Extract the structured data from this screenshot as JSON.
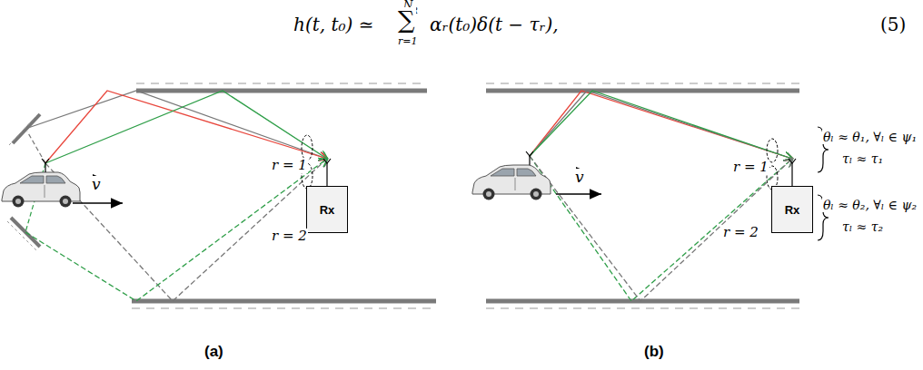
{
  "diagram": {
    "nodes": [
      {
        "text": [
          "Rx"
        ]
      },
      {
        "text": [
          "Rx"
        ]
      }
    ],
    "labels": [
      "h(t, t₀) ≃",
      "N",
      "R",
      "∑",
      "r=1",
      "αᵣ(t₀)δ(t − τᵣ),",
      "(5)",
      "r = 1",
      "r = 2",
      "v",
      "(a)",
      "r = 1",
      "r = 2",
      "v",
      "(b)",
      "θₗ ≈ θ₁, ∀ₗ ∈ ψ₁",
      "τₗ ≈ τ₁",
      "θₗ ≈ θ₂, ∀ₗ ∈ ψ₂",
      "τₗ ≈ τ₂"
    ]
  }
}
